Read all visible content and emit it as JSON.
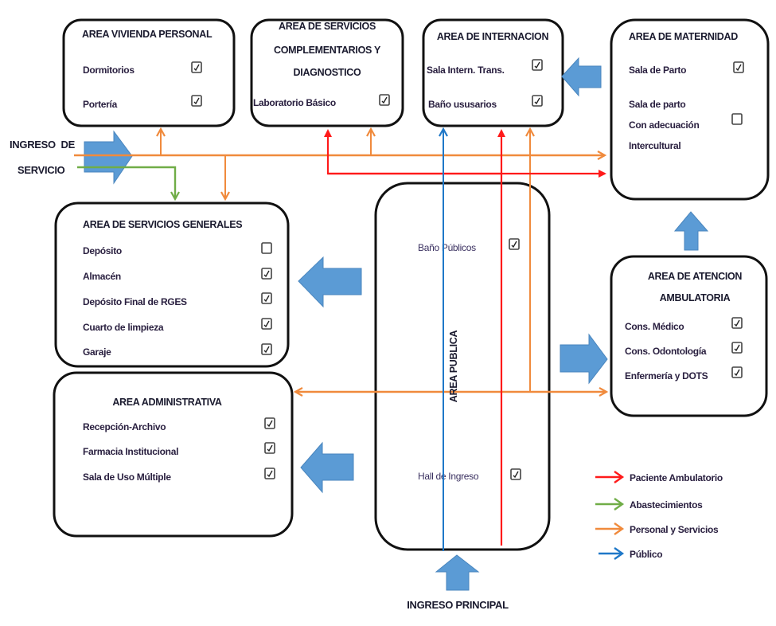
{
  "colors": {
    "paciente": "#ff1a1a",
    "abastecimientos": "#70ad47",
    "personal": "#f08a3c",
    "publico": "#1f78c8",
    "block_arrow": "#5b9bd5"
  },
  "areas": {
    "vivienda": {
      "title_lines": [
        "AREA VIVIENDA PERSONAL"
      ],
      "items": [
        {
          "label": "Dormitorios",
          "checked": true
        },
        {
          "label": "Portería",
          "checked": true
        }
      ]
    },
    "complementarios": {
      "title_lines": [
        "AREA DE SERVICIOS",
        "COMPLEMENTARIOS Y",
        "DIAGNOSTICO"
      ],
      "items": [
        {
          "label": "Laboratorio Básico",
          "checked": true
        }
      ]
    },
    "internacion": {
      "title_lines": [
        "AREA DE INTERNACION"
      ],
      "items": [
        {
          "label": "Sala Intern. Trans.",
          "checked": true
        },
        {
          "label": "Baño ususarios",
          "checked": true
        }
      ]
    },
    "maternidad": {
      "title_lines": [
        "AREA DE MATERNIDAD"
      ],
      "items": [
        {
          "label": "Sala de Parto",
          "checked": true
        },
        {
          "label_lines": [
            "Sala de parto",
            "Con adecuación",
            "Intercultural"
          ],
          "checked": false
        }
      ]
    },
    "generales": {
      "title_lines": [
        "AREA DE SERVICIOS GENERALES"
      ],
      "items": [
        {
          "label": "Depósito",
          "checked": false
        },
        {
          "label": "Almacén",
          "checked": true
        },
        {
          "label": "Depósito Final de RGES",
          "checked": true
        },
        {
          "label": "Cuarto de limpieza",
          "checked": true
        },
        {
          "label": "Garaje",
          "checked": true
        }
      ]
    },
    "publica": {
      "title_lines": [
        "AREA PUBLICA"
      ],
      "items": [
        {
          "label": "Baño Públicos",
          "checked": true
        },
        {
          "label": "Hall de Ingreso",
          "checked": true
        }
      ]
    },
    "ambulatoria": {
      "title_lines": [
        "AREA DE ATENCION",
        "AMBULATORIA"
      ],
      "items": [
        {
          "label": "Cons. Médico",
          "checked": true
        },
        {
          "label": "Cons. Odontología",
          "checked": true
        },
        {
          "label": "Enfermería y DOTS",
          "checked": true
        }
      ]
    },
    "administrativa": {
      "title_lines": [
        "AREA ADMINISTRATIVA"
      ],
      "items": [
        {
          "label": "Recepción-Archivo",
          "checked": true
        },
        {
          "label": "Farmacia Institucional",
          "checked": true
        },
        {
          "label": "Sala de Uso Múltiple",
          "checked": true
        }
      ]
    }
  },
  "entries": {
    "servicio_lines": [
      "INGRESO  DE",
      "SERVICIO"
    ],
    "principal": "INGRESO PRINCIPAL"
  },
  "legend": [
    {
      "key": "paciente",
      "label": "Paciente Ambulatorio"
    },
    {
      "key": "abastecimientos",
      "label": "Abastecimientos"
    },
    {
      "key": "personal",
      "label": "Personal y Servicios"
    },
    {
      "key": "publico",
      "label": "Público"
    }
  ]
}
